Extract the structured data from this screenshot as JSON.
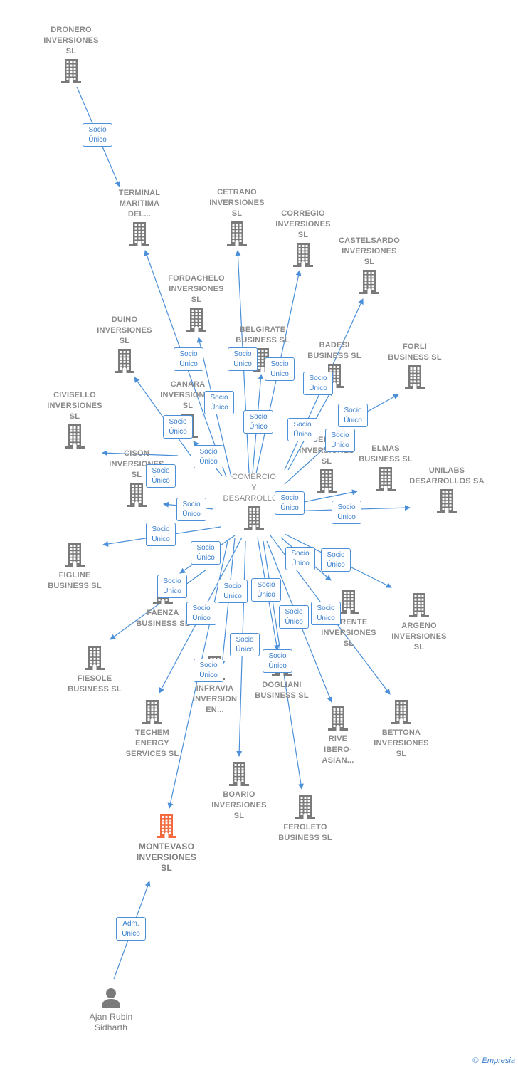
{
  "nodes": [
    {
      "id": "dronero",
      "label": "DRONERO\nINVERSIONES\nSL",
      "type": "building"
    },
    {
      "id": "terminal",
      "label": "TERMINAL\nMARITIMA\nDEL...",
      "type": "building"
    },
    {
      "id": "cetrano",
      "label": "CETRANO\nINVERSIONES\nSL",
      "type": "building"
    },
    {
      "id": "corregio",
      "label": "CORREGIO\nINVERSIONES\nSL",
      "type": "building"
    },
    {
      "id": "castelsardo",
      "label": "CASTELSARDO\nINVERSIONES\nSL",
      "type": "building"
    },
    {
      "id": "fordachelo",
      "label": "FORDACHELO\nINVERSIONES\nSL",
      "type": "building"
    },
    {
      "id": "duino",
      "label": "DUINO\nINVERSIONES\nSL",
      "type": "building"
    },
    {
      "id": "belgirate",
      "label": "BELGIRATE\nBUSINESS  SL",
      "type": "building"
    },
    {
      "id": "badesi",
      "label": "BADESI\nBUSINESS  SL",
      "type": "building"
    },
    {
      "id": "forli",
      "label": "FORLI\nBUSINESS  SL",
      "type": "building"
    },
    {
      "id": "canara",
      "label": "CANARA\nINVERSIONES\nSL",
      "type": "building"
    },
    {
      "id": "civisello",
      "label": "CIVISELLO\nINVERSIONES\nSL",
      "type": "building"
    },
    {
      "id": "cervo",
      "label": "CERVO\nINVERSIONES\nSL",
      "type": "building"
    },
    {
      "id": "elmas",
      "label": "ELMAS\nBUSINESS  SL",
      "type": "building"
    },
    {
      "id": "unilabs",
      "label": "UNILABS\nDESARROLLOS SA",
      "type": "building"
    },
    {
      "id": "cison",
      "label": "CISON\nINVERSIONES\nSL",
      "type": "building"
    },
    {
      "id": "comercio",
      "label": "COMERCIO\nY\nDESARROLLO...",
      "type": "building"
    },
    {
      "id": "figline",
      "label": "FIGLINE\nBUSINESS  SL",
      "type": "building"
    },
    {
      "id": "faenza",
      "label": "FAENZA\nBUSINESS  SL",
      "type": "building"
    },
    {
      "id": "ferente",
      "label": "FERENTE\nINVERSIONES\nSL",
      "type": "building"
    },
    {
      "id": "argeno",
      "label": "ARGENO\nINVERSIONES\nSL",
      "type": "building"
    },
    {
      "id": "fiesole",
      "label": "FIESOLE\nBUSINESS  SL",
      "type": "building"
    },
    {
      "id": "infravia",
      "label": "INFRAVIA\nINVERSION\nEN...",
      "type": "building"
    },
    {
      "id": "dogliani",
      "label": "DOGLIANI\nBUSINESS  SL",
      "type": "building"
    },
    {
      "id": "techem",
      "label": "TECHEM\nENERGY\nSERVICES  SL",
      "type": "building"
    },
    {
      "id": "rive",
      "label": "RIVE\nIBERO-\nASIAN...",
      "type": "building"
    },
    {
      "id": "bettona",
      "label": "BETTONA\nINVERSIONES\nSL",
      "type": "building"
    },
    {
      "id": "boario",
      "label": "BOARIO\nINVERSIONES\nSL",
      "type": "building"
    },
    {
      "id": "feroleto",
      "label": "FEROLETO\nBUSINESS  SL",
      "type": "building"
    },
    {
      "id": "montevaso",
      "label": "MONTEVASO\nINVERSIONES\nSL",
      "type": "building"
    },
    {
      "id": "ajan",
      "label": "Ajan Rubin\nSidharth",
      "type": "person"
    }
  ],
  "edges": [
    {
      "from": "dronero",
      "to": "terminal",
      "label": "Socio\nÚnico"
    },
    {
      "from": "comercio",
      "to": "terminal",
      "label": "Socio\nÚnico"
    },
    {
      "from": "comercio",
      "to": "cetrano",
      "label": "Socio\nÚnico"
    },
    {
      "from": "comercio",
      "to": "corregio",
      "label": "Socio\nÚnico"
    },
    {
      "from": "comercio",
      "to": "castelsardo",
      "label": "Socio\nÚnico"
    },
    {
      "from": "comercio",
      "to": "fordachelo",
      "label": "Socio\nÚnico"
    },
    {
      "from": "comercio",
      "to": "duino",
      "label": "Socio\nÚnico"
    },
    {
      "from": "comercio",
      "to": "belgirate",
      "label": "Socio\nÚnico"
    },
    {
      "from": "comercio",
      "to": "badesi",
      "label": "Socio\nÚnico"
    },
    {
      "from": "comercio",
      "to": "forli",
      "label": "Socio\nÚnico"
    },
    {
      "from": "comercio",
      "to": "canara",
      "label": "Socio\nÚnico"
    },
    {
      "from": "comercio",
      "to": "civisello",
      "label": "Socio\nÚnico"
    },
    {
      "from": "comercio",
      "to": "cervo",
      "label": "Socio\nÚnico"
    },
    {
      "from": "comercio",
      "to": "elmas",
      "label": "Socio\nÚnico"
    },
    {
      "from": "comercio",
      "to": "unilabs",
      "label": "Socio\nÚnico"
    },
    {
      "from": "comercio",
      "to": "cison",
      "label": "Socio\nÚnico"
    },
    {
      "from": "comercio",
      "to": "figline",
      "label": "Socio\nÚnico"
    },
    {
      "from": "comercio",
      "to": "faenza",
      "label": "Socio\nÚnico"
    },
    {
      "from": "comercio",
      "to": "ferente",
      "label": "Socio\nÚnico"
    },
    {
      "from": "comercio",
      "to": "argeno",
      "label": "Socio\nÚnico"
    },
    {
      "from": "comercio",
      "to": "fiesole",
      "label": "Socio\nÚnico"
    },
    {
      "from": "comercio",
      "to": "infravia",
      "label": "Socio\nÚnico"
    },
    {
      "from": "comercio",
      "to": "dogliani",
      "label": "Socio\nÚnico"
    },
    {
      "from": "comercio",
      "to": "techem",
      "label": "Socio\nÚnico"
    },
    {
      "from": "comercio",
      "to": "rive",
      "label": "Socio\nÚnico"
    },
    {
      "from": "comercio",
      "to": "bettona",
      "label": "Socio\nÚnico"
    },
    {
      "from": "comercio",
      "to": "boario",
      "label": "Socio\nÚnico"
    },
    {
      "from": "comercio",
      "to": "feroleto",
      "label": "Socio\nÚnico"
    },
    {
      "from": "comercio",
      "to": "montevaso",
      "label": "Socio\nÚnico"
    },
    {
      "from": "ajan",
      "to": "montevaso",
      "label": "Adm.\nUnico"
    }
  ],
  "colors": {
    "edge": "#4a8fd8",
    "building": "#7a7a7a",
    "focus": "#f26a3d",
    "label": "#8a8a8a"
  },
  "footer": {
    "copyright": "©",
    "brand": "Empresia"
  }
}
